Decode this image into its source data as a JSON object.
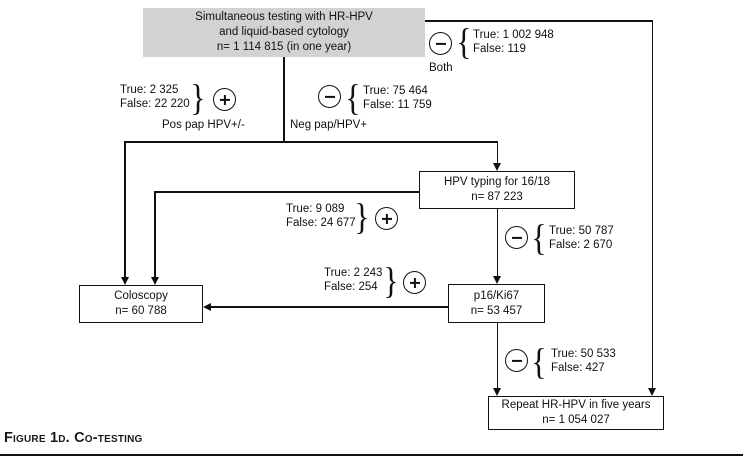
{
  "figure": {
    "caption": "Figure 1d. Co-testing"
  },
  "nodes": {
    "start": {
      "line1": "Simultaneous testing with HR-HPV",
      "line2": "and liquid-based cytology",
      "line3": "n= 1 114 815 (in one year)"
    },
    "hpv_typing": {
      "line1": "HPV typing for 16/18",
      "line2": "n= 87 223"
    },
    "coloscopy": {
      "line1": "Coloscopy",
      "line2": "n= 60 788"
    },
    "p16": {
      "line1": "p16/Ki67",
      "line2": "n= 53 457"
    },
    "repeat": {
      "line1": "Repeat HR-HPV in five years",
      "line2": "n= 1 054 027"
    }
  },
  "branches": {
    "both": {
      "sign": "minus",
      "true_text": "True: 1 002 948",
      "false_text": "False: 119",
      "label": "Both"
    },
    "pos_pap": {
      "sign": "plus",
      "true_text": "True: 2 325",
      "false_text": "False: 22 220",
      "label": "Pos pap HPV+/-"
    },
    "neg_pap": {
      "sign": "minus",
      "true_text": "True: 75 464",
      "false_text": "False: 11 759",
      "label": "Neg pap/HPV+"
    },
    "hpv_pos": {
      "sign": "plus",
      "true_text": "True: 9 089",
      "false_text": "False: 24 677"
    },
    "hpv_neg": {
      "sign": "minus",
      "true_text": "True: 50 787",
      "false_text": "False: 2 670"
    },
    "p16_pos": {
      "sign": "plus",
      "true_text": "True: 2 243",
      "false_text": "False: 254"
    },
    "p16_neg": {
      "sign": "minus",
      "true_text": "True: 50 533",
      "false_text": "False: 427"
    }
  },
  "glyphs": {
    "brace_open": "{",
    "brace_close": "}"
  },
  "colors": {
    "start_box_fill": "#d2d2d2",
    "line_color": "#111111",
    "background": "#ffffff"
  }
}
